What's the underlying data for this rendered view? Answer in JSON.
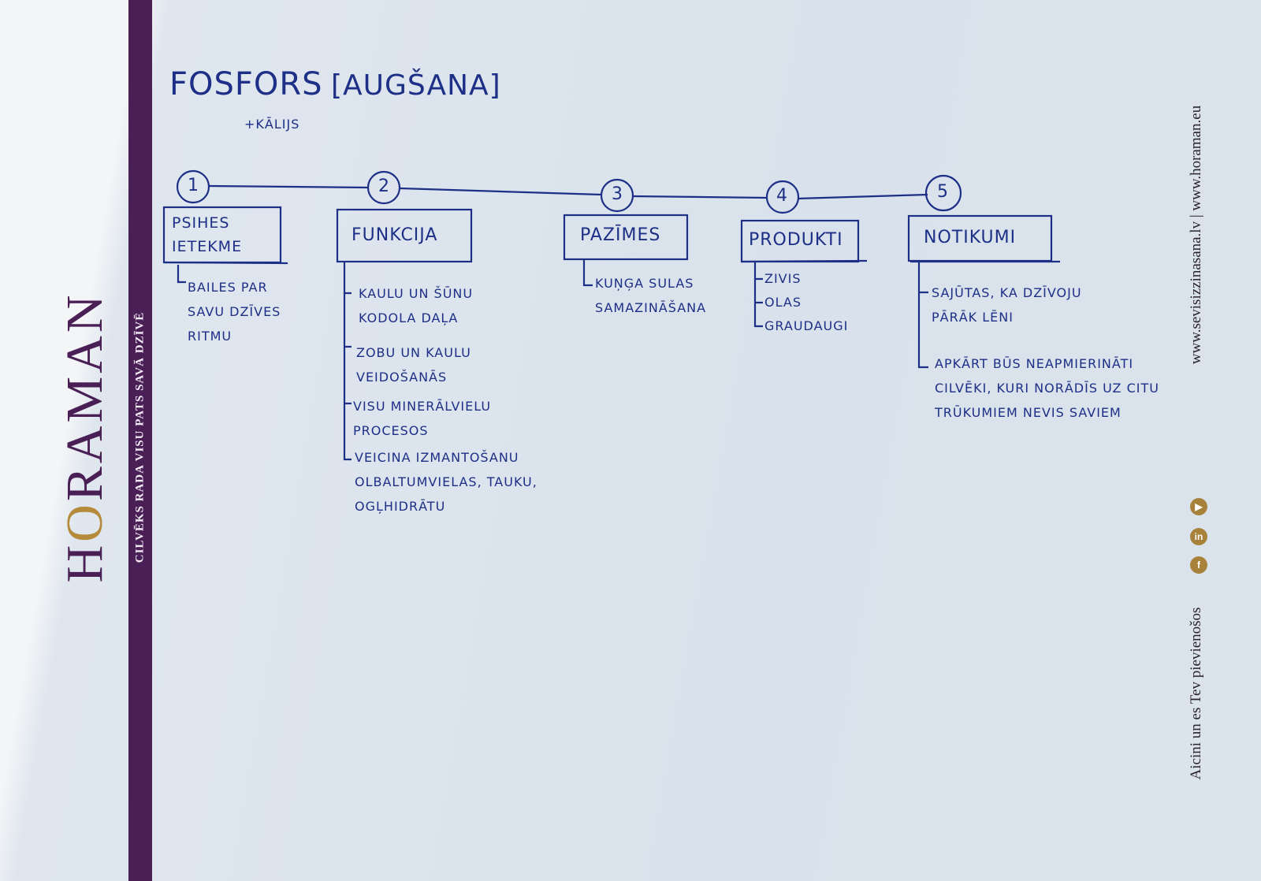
{
  "branding": {
    "logo": "HORAMAN",
    "tagline": "CILVĒKS RADA VISU PATS SAVĀ DZĪVĒ",
    "websites": "www.sevisizzinasana.lv  |  www.horaman.eu",
    "invite": "Aicini un es Tev pievienošos",
    "social_icons": [
      "facebook-icon",
      "linkedin-icon",
      "youtube-icon"
    ]
  },
  "title": {
    "main": "FOSFORS",
    "bracket": "[AUGŠANA]",
    "sub": "+KĀLIJS"
  },
  "colors": {
    "ink": "#1d2f86",
    "brand": "#4a1f56",
    "accent": "#a8823a"
  },
  "nodes": [
    {
      "num": "1",
      "label": "PSIHES IETEKME",
      "items": [
        "BAILES PAR SAVU DZĪVES RITMU"
      ]
    },
    {
      "num": "2",
      "label": "FUNKCIJA",
      "items": [
        "KAULU UN ŠŪNU KODOLA DAĻA",
        "ZOBU UN KAULU VEIDOŠANĀS",
        "VISU MINERĀLVIELU PROCESOS",
        "VEICINA IZMANTOŠANU OLBALTUMVIELAS, TAUKU, OGĻHIDRĀTU"
      ]
    },
    {
      "num": "3",
      "label": "PAZĪMES",
      "items": [
        "KUŅĢA SULAS SAMAZINĀŠANA"
      ]
    },
    {
      "num": "4",
      "label": "PRODUKTI",
      "items": [
        "ZIVIS",
        "OLAS",
        "GRAUDAUGI"
      ]
    },
    {
      "num": "5",
      "label": "NOTIKUMI",
      "items": [
        "SAJŪTAS, KA DZĪVOJU PĀRĀK LĒNI",
        "APKĀRT BŪS NEAPMIERINĀTI CILVĒKI, KURI NORĀDĪS UZ CITU TRŪKUMIEM NEVIS SAVIEM"
      ]
    }
  ]
}
